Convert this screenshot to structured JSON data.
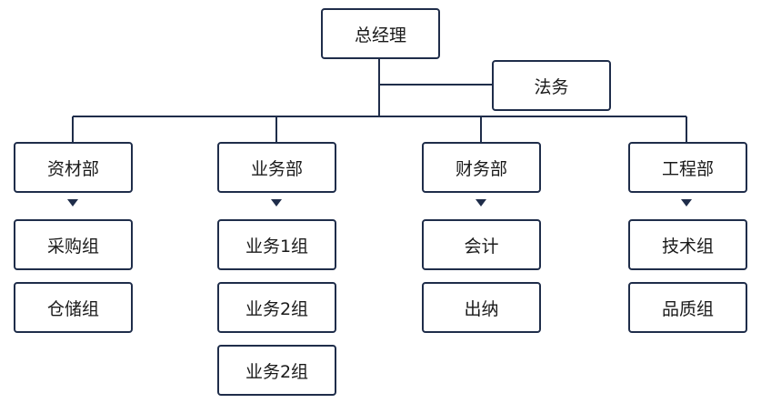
{
  "colors": {
    "border": "#1f2d4a",
    "text": "#1a1a1a",
    "background": "#ffffff"
  },
  "top": {
    "label": "总经理"
  },
  "side": {
    "label": "法务"
  },
  "departments": [
    {
      "label": "资材部",
      "teams": [
        "采购组",
        "仓储组"
      ]
    },
    {
      "label": "业务部",
      "teams": [
        "业务1组",
        "业务2组",
        "业务2组"
      ]
    },
    {
      "label": "财务部",
      "teams": [
        "会计",
        "出纳"
      ]
    },
    {
      "label": "工程部",
      "teams": [
        "技术组",
        "品质组"
      ]
    }
  ]
}
